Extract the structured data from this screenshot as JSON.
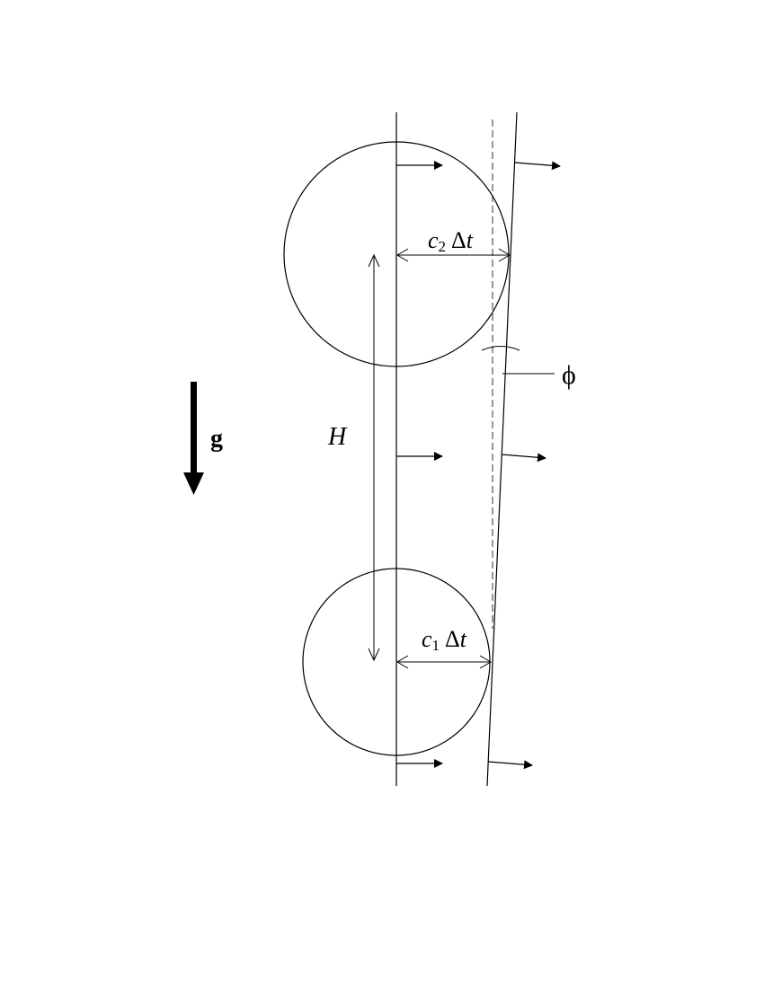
{
  "diagram": {
    "labels": {
      "c2": "c",
      "c2_sub": "2",
      "c1": "c",
      "c1_sub": "1",
      "delta": "Δ",
      "t": "t",
      "H": "H",
      "phi": "ϕ",
      "g": "g"
    },
    "elements": {
      "vertical_axis": "vertical reference line",
      "tilted_line": "tilted front line",
      "dashed_line": "dashed vertical reference",
      "upper_circle": "upper circle (radius c2 Δt)",
      "lower_circle": "lower circle (radius c1 Δt)",
      "H_arrow": "height dimension H",
      "gravity_arrow": "gravity direction g",
      "phi_angle": "angle ϕ between dashed and tilted line"
    },
    "colors": {
      "stroke": "#000000",
      "dashed": "#555555",
      "background": "#ffffff"
    }
  }
}
